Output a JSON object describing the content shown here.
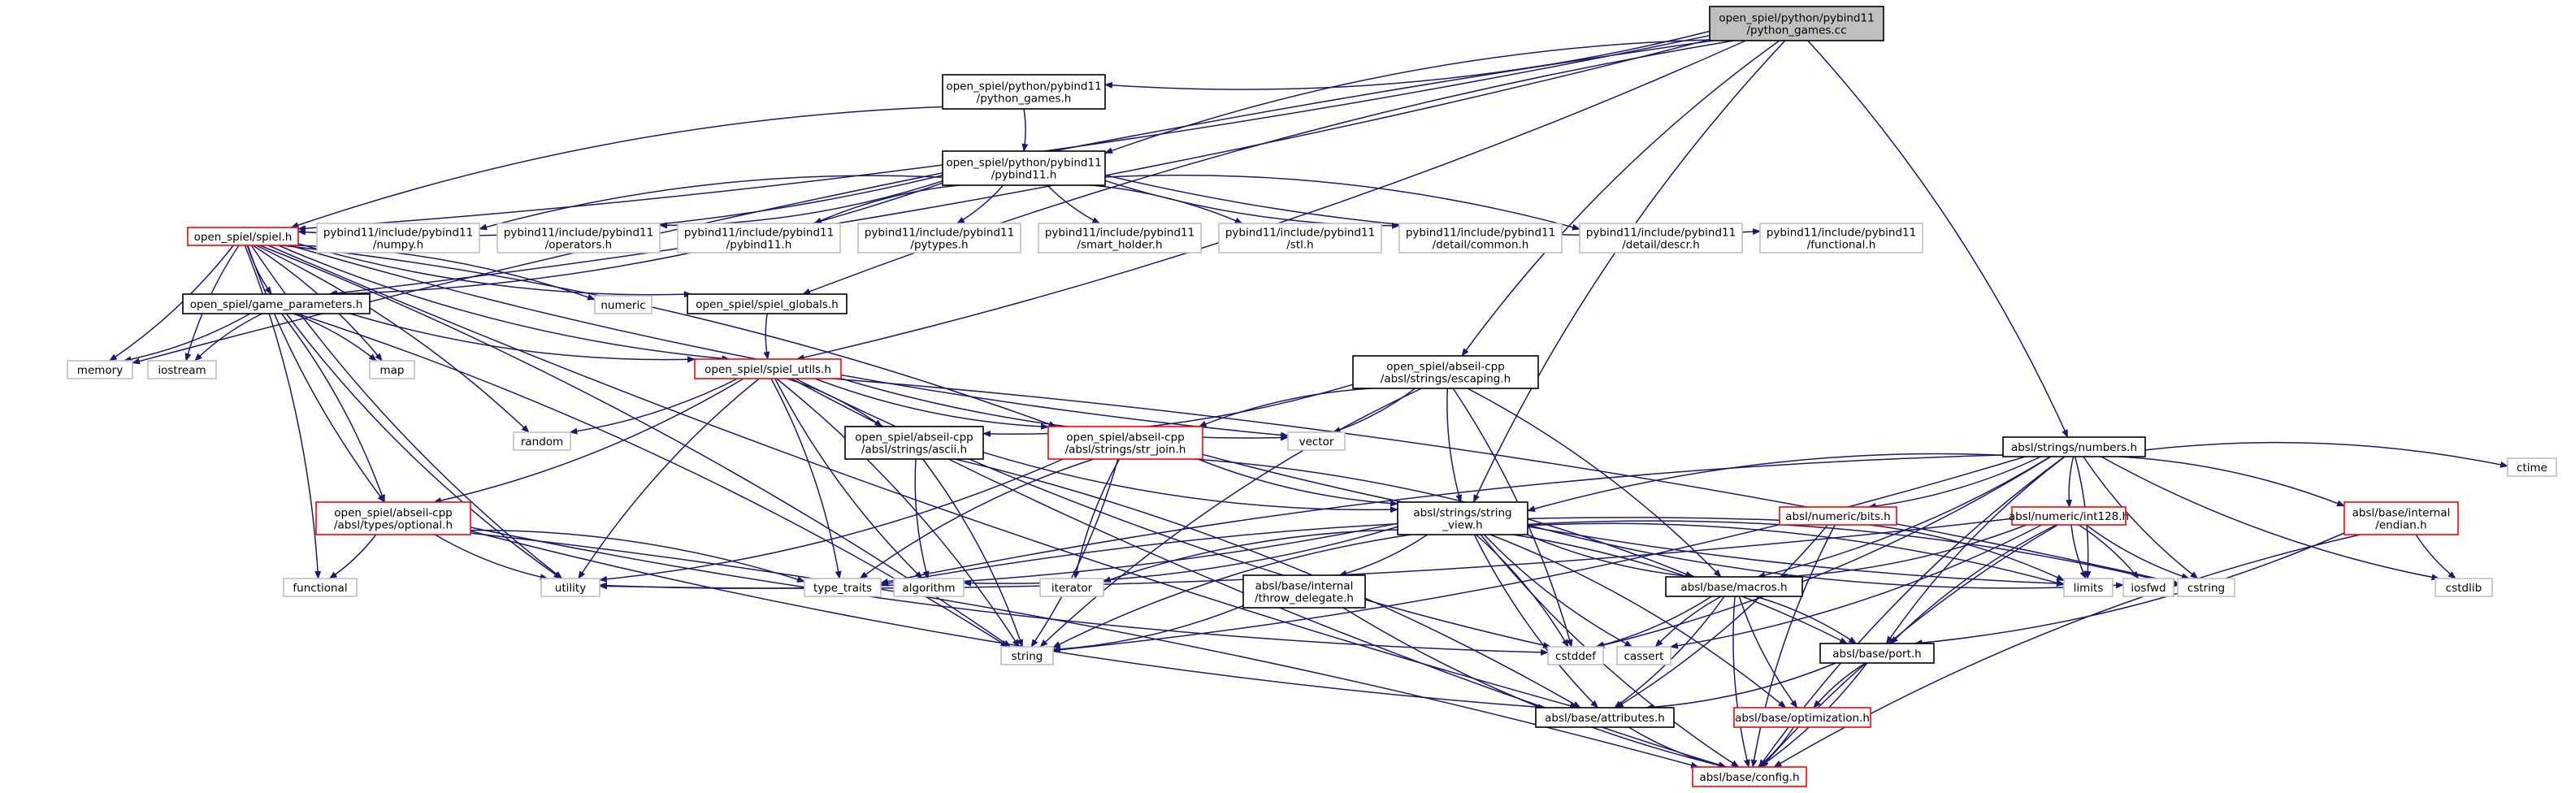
{
  "colors": {
    "edge": "#191970",
    "box_normal": "#000000",
    "box_truncated": "#ff0000",
    "box_system": "#bfbfbf",
    "box_root_fill": "#bfbfbf",
    "text": "#000000",
    "text_system": "#000000"
  },
  "nodes": [
    {
      "id": "root",
      "lines": [
        "open_spiel/python/pybind11",
        "/python_games.cc"
      ],
      "style": "root"
    },
    {
      "id": "pg_h",
      "lines": [
        "open_spiel/python/pybind11",
        "/python_games.h"
      ],
      "style": "normal"
    },
    {
      "id": "pyb_h",
      "lines": [
        "open_spiel/python/pybind11",
        "/pybind11.h"
      ],
      "style": "normal"
    },
    {
      "id": "spiel_h",
      "lines": [
        "open_spiel/spiel.h"
      ],
      "style": "truncated"
    },
    {
      "id": "numpy",
      "lines": [
        "pybind11/include/pybind11",
        "/numpy.h"
      ],
      "style": "system"
    },
    {
      "id": "operators",
      "lines": [
        "pybind11/include/pybind11",
        "/operators.h"
      ],
      "style": "system"
    },
    {
      "id": "pybind11h",
      "lines": [
        "pybind11/include/pybind11",
        "/pybind11.h"
      ],
      "style": "system"
    },
    {
      "id": "pytypes",
      "lines": [
        "pybind11/include/pybind11",
        "/pytypes.h"
      ],
      "style": "system"
    },
    {
      "id": "smart_holder",
      "lines": [
        "pybind11/include/pybind11",
        "/smart_holder.h"
      ],
      "style": "system"
    },
    {
      "id": "stl",
      "lines": [
        "pybind11/include/pybind11",
        "/stl.h"
      ],
      "style": "system"
    },
    {
      "id": "common",
      "lines": [
        "pybind11/include/pybind11",
        "/detail/common.h"
      ],
      "style": "system"
    },
    {
      "id": "descr",
      "lines": [
        "pybind11/include/pybind11",
        "/detail/descr.h"
      ],
      "style": "system"
    },
    {
      "id": "functional_h",
      "lines": [
        "pybind11/include/pybind11",
        "/functional.h"
      ],
      "style": "system"
    },
    {
      "id": "game_params",
      "lines": [
        "open_spiel/game_parameters.h"
      ],
      "style": "normal"
    },
    {
      "id": "numeric",
      "lines": [
        "numeric"
      ],
      "style": "system"
    },
    {
      "id": "globals",
      "lines": [
        "open_spiel/spiel_globals.h"
      ],
      "style": "normal"
    },
    {
      "id": "memory",
      "lines": [
        "memory"
      ],
      "style": "system"
    },
    {
      "id": "iostream",
      "lines": [
        "iostream"
      ],
      "style": "system"
    },
    {
      "id": "map",
      "lines": [
        "map"
      ],
      "style": "system"
    },
    {
      "id": "spiel_utils",
      "lines": [
        "open_spiel/spiel_utils.h"
      ],
      "style": "truncated"
    },
    {
      "id": "escaping",
      "lines": [
        "open_spiel/abseil-cpp",
        "/absl/strings/escaping.h"
      ],
      "style": "normal"
    },
    {
      "id": "random",
      "lines": [
        "random"
      ],
      "style": "system"
    },
    {
      "id": "vector",
      "lines": [
        "vector"
      ],
      "style": "system"
    },
    {
      "id": "ascii",
      "lines": [
        "open_spiel/abseil-cpp",
        "/absl/strings/ascii.h"
      ],
      "style": "normal"
    },
    {
      "id": "str_join",
      "lines": [
        "open_spiel/abseil-cpp",
        "/absl/strings/str_join.h"
      ],
      "style": "truncated"
    },
    {
      "id": "numbers",
      "lines": [
        "absl/strings/numbers.h"
      ],
      "style": "normal"
    },
    {
      "id": "ctime",
      "lines": [
        "ctime"
      ],
      "style": "system"
    },
    {
      "id": "optional",
      "lines": [
        "open_spiel/abseil-cpp",
        "/absl/types/optional.h"
      ],
      "style": "truncated"
    },
    {
      "id": "numeric_bits",
      "lines": [
        "absl/numeric/bits.h"
      ],
      "style": "truncated"
    },
    {
      "id": "string_view",
      "lines": [
        "absl/strings/string",
        "_view.h"
      ],
      "style": "normal"
    },
    {
      "id": "int128",
      "lines": [
        "absl/numeric/int128.h"
      ],
      "style": "truncated"
    },
    {
      "id": "endian",
      "lines": [
        "absl/base/internal",
        "/endian.h"
      ],
      "style": "truncated"
    },
    {
      "id": "cstdlib",
      "lines": [
        "cstdlib"
      ],
      "style": "system"
    },
    {
      "id": "functional",
      "lines": [
        "functional"
      ],
      "style": "system"
    },
    {
      "id": "utility",
      "lines": [
        "utility"
      ],
      "style": "system"
    },
    {
      "id": "type_traits",
      "lines": [
        "type_traits"
      ],
      "style": "system"
    },
    {
      "id": "algorithm",
      "lines": [
        "algorithm"
      ],
      "style": "system"
    },
    {
      "id": "iterator",
      "lines": [
        "iterator"
      ],
      "style": "system"
    },
    {
      "id": "macros",
      "lines": [
        "absl/base/macros.h"
      ],
      "style": "normal"
    },
    {
      "id": "limits",
      "lines": [
        "limits"
      ],
      "style": "system"
    },
    {
      "id": "iosfwd",
      "lines": [
        "iosfwd"
      ],
      "style": "system"
    },
    {
      "id": "cstring",
      "lines": [
        "cstring"
      ],
      "style": "system"
    },
    {
      "id": "throw_delegate",
      "lines": [
        "absl/base/internal",
        "/throw_delegate.h"
      ],
      "style": "normal"
    },
    {
      "id": "string",
      "lines": [
        "string"
      ],
      "style": "system"
    },
    {
      "id": "cstddef",
      "lines": [
        "cstddef"
      ],
      "style": "system"
    },
    {
      "id": "cassert",
      "lines": [
        "cassert"
      ],
      "style": "system"
    },
    {
      "id": "port",
      "lines": [
        "absl/base/port.h"
      ],
      "style": "normal"
    },
    {
      "id": "attributes",
      "lines": [
        "absl/base/attributes.h"
      ],
      "style": "normal"
    },
    {
      "id": "optimization",
      "lines": [
        "absl/base/optimization.h"
      ],
      "style": "truncated"
    },
    {
      "id": "config",
      "lines": [
        "absl/base/config.h"
      ],
      "style": "truncated"
    }
  ],
  "edges": [
    [
      "root",
      "pg_h"
    ],
    [
      "root",
      "pyb_h"
    ],
    [
      "root",
      "spiel_h"
    ],
    [
      "root",
      "memory"
    ],
    [
      "root",
      "game_params"
    ],
    [
      "root",
      "globals"
    ],
    [
      "root",
      "spiel_utils"
    ],
    [
      "root",
      "escaping"
    ],
    [
      "root",
      "numbers"
    ],
    [
      "root",
      "string_view"
    ],
    [
      "pg_h",
      "pyb_h"
    ],
    [
      "pg_h",
      "spiel_h"
    ],
    [
      "pyb_h",
      "spiel_h"
    ],
    [
      "pyb_h",
      "numpy"
    ],
    [
      "pyb_h",
      "operators"
    ],
    [
      "pyb_h",
      "pybind11h"
    ],
    [
      "pyb_h",
      "pytypes"
    ],
    [
      "pyb_h",
      "smart_holder"
    ],
    [
      "pyb_h",
      "stl"
    ],
    [
      "pyb_h",
      "common"
    ],
    [
      "pyb_h",
      "descr"
    ],
    [
      "pyb_h",
      "functional_h"
    ],
    [
      "pyb_h",
      "game_params"
    ],
    [
      "spiel_h",
      "game_params"
    ],
    [
      "spiel_h",
      "numeric"
    ],
    [
      "spiel_h",
      "globals"
    ],
    [
      "spiel_h",
      "memory"
    ],
    [
      "spiel_h",
      "iostream"
    ],
    [
      "spiel_h",
      "map"
    ],
    [
      "spiel_h",
      "spiel_utils"
    ],
    [
      "spiel_h",
      "random"
    ],
    [
      "spiel_h",
      "vector"
    ],
    [
      "spiel_h",
      "str_join"
    ],
    [
      "spiel_h",
      "optional"
    ],
    [
      "spiel_h",
      "functional"
    ],
    [
      "spiel_h",
      "utility"
    ],
    [
      "spiel_h",
      "string"
    ],
    [
      "spiel_h",
      "attributes"
    ],
    [
      "game_params",
      "memory"
    ],
    [
      "game_params",
      "iostream"
    ],
    [
      "game_params",
      "map"
    ],
    [
      "game_params",
      "spiel_utils"
    ],
    [
      "game_params",
      "optional"
    ],
    [
      "game_params",
      "utility"
    ],
    [
      "game_params",
      "string"
    ],
    [
      "globals",
      "spiel_utils"
    ],
    [
      "spiel_utils",
      "random"
    ],
    [
      "spiel_utils",
      "vector"
    ],
    [
      "spiel_utils",
      "ascii"
    ],
    [
      "spiel_utils",
      "str_join"
    ],
    [
      "spiel_utils",
      "optional"
    ],
    [
      "spiel_utils",
      "utility"
    ],
    [
      "spiel_utils",
      "type_traits"
    ],
    [
      "spiel_utils",
      "algorithm"
    ],
    [
      "spiel_utils",
      "string"
    ],
    [
      "spiel_utils",
      "cstddef"
    ],
    [
      "spiel_utils",
      "cstring"
    ],
    [
      "spiel_utils",
      "config"
    ],
    [
      "escaping",
      "ascii"
    ],
    [
      "escaping",
      "str_join"
    ],
    [
      "escaping",
      "vector"
    ],
    [
      "escaping",
      "string_view"
    ],
    [
      "escaping",
      "macros"
    ],
    [
      "escaping",
      "string"
    ],
    [
      "escaping",
      "cstddef"
    ],
    [
      "ascii",
      "algorithm"
    ],
    [
      "ascii",
      "string"
    ],
    [
      "ascii",
      "string_view"
    ],
    [
      "ascii",
      "attributes"
    ],
    [
      "str_join",
      "string_view"
    ],
    [
      "str_join",
      "macros"
    ],
    [
      "str_join",
      "iterator"
    ],
    [
      "str_join",
      "string"
    ],
    [
      "str_join",
      "type_traits"
    ],
    [
      "str_join",
      "utility"
    ],
    [
      "str_join",
      "limits"
    ],
    [
      "numbers",
      "ctime"
    ],
    [
      "numbers",
      "cstdlib"
    ],
    [
      "numbers",
      "numeric_bits"
    ],
    [
      "numbers",
      "int128"
    ],
    [
      "numbers",
      "endian"
    ],
    [
      "numbers",
      "string_view"
    ],
    [
      "numbers",
      "macros"
    ],
    [
      "numbers",
      "port"
    ],
    [
      "numbers",
      "limits"
    ],
    [
      "numbers",
      "cstring"
    ],
    [
      "numbers",
      "string"
    ],
    [
      "numbers",
      "type_traits"
    ],
    [
      "numbers",
      "cstddef"
    ],
    [
      "numbers",
      "config"
    ],
    [
      "optional",
      "functional"
    ],
    [
      "optional",
      "utility"
    ],
    [
      "optional",
      "type_traits"
    ],
    [
      "optional",
      "attributes"
    ],
    [
      "optional",
      "config"
    ],
    [
      "optional",
      "cstddef"
    ],
    [
      "numeric_bits",
      "limits"
    ],
    [
      "numeric_bits",
      "type_traits"
    ],
    [
      "numeric_bits",
      "attributes"
    ],
    [
      "numeric_bits",
      "config"
    ],
    [
      "string_view",
      "algorithm"
    ],
    [
      "string_view",
      "iterator"
    ],
    [
      "string_view",
      "limits"
    ],
    [
      "string_view",
      "iosfwd"
    ],
    [
      "string_view",
      "cstring"
    ],
    [
      "string_view",
      "string"
    ],
    [
      "string_view",
      "cstddef"
    ],
    [
      "string_view",
      "cassert"
    ],
    [
      "string_view",
      "throw_delegate"
    ],
    [
      "string_view",
      "macros"
    ],
    [
      "string_view",
      "port"
    ],
    [
      "string_view",
      "attributes"
    ],
    [
      "string_view",
      "optimization"
    ],
    [
      "string_view",
      "config"
    ],
    [
      "string_view",
      "utility"
    ],
    [
      "int128",
      "limits"
    ],
    [
      "int128",
      "iosfwd"
    ],
    [
      "int128",
      "cstring"
    ],
    [
      "int128",
      "macros"
    ],
    [
      "int128",
      "port"
    ],
    [
      "int128",
      "cassert"
    ],
    [
      "int128",
      "config"
    ],
    [
      "int128",
      "utility"
    ],
    [
      "endian",
      "cstdlib"
    ],
    [
      "endian",
      "port"
    ],
    [
      "endian",
      "config"
    ],
    [
      "macros",
      "cstddef"
    ],
    [
      "macros",
      "cassert"
    ],
    [
      "macros",
      "attributes"
    ],
    [
      "macros",
      "optimization"
    ],
    [
      "macros",
      "port"
    ],
    [
      "macros",
      "config"
    ],
    [
      "throw_delegate",
      "string"
    ],
    [
      "throw_delegate",
      "config"
    ],
    [
      "port",
      "attributes"
    ],
    [
      "port",
      "optimization"
    ],
    [
      "port",
      "config"
    ],
    [
      "attributes",
      "config"
    ],
    [
      "optimization",
      "config"
    ]
  ]
}
